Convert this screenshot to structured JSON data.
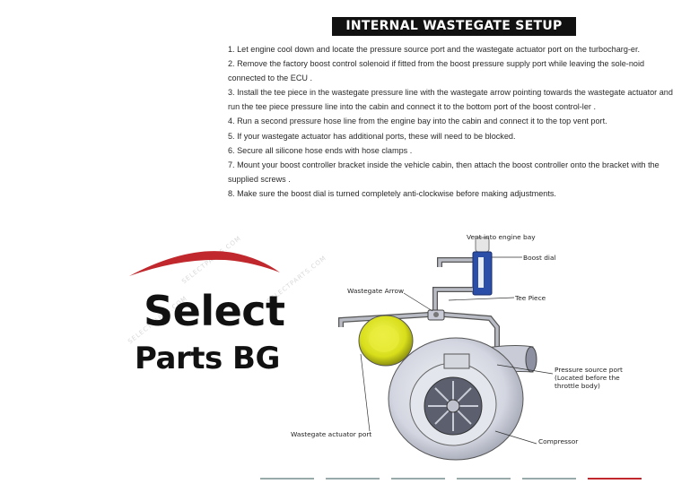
{
  "title": "INTERNAL WASTEGATE SETUP",
  "steps": [
    "1. Let engine cool down  and locate the pressure source port and the wastegate actuator port on the turbocharg-er.",
    "2. Remove the factory boost control solenoid if fitted from the boost pressure supply port while leaving the sole-noid connected to the ECU .",
    "3. Install the tee piece in the wastegate pressure line with the wastegate arrow pointing towards the wastegate actuator and run the tee piece pressure line into the cabin and connect it to the bottom port of the boost control-ler .",
    "4. Run a second pressure hose line from the engine bay into the cabin and connect it to the top vent port.",
    "5. If your wastegate actuator has additional ports, these will need to be blocked.",
    "6. Secure all silicone hose ends with hose clamps .",
    "7. Mount your boost controller bracket inside the vehicle cabin, then attach the boost controller onto the bracket with the supplied screws .",
    "8. Make sure the boost dial is turned completely anti-clockwise before making adjustments."
  ],
  "logo": {
    "line1": "Select",
    "line2": "Parts BG",
    "watermark": "SELECTPARTS.COM",
    "swoosh_color": "#c0282d"
  },
  "diagram_labels": {
    "vent": "Vent into engine bay",
    "boost_dial": "Boost dial",
    "wastegate_arrow": "Wastegate Arrow",
    "tee_piece": "Tee Piece",
    "pressure_source_1": "Pressure source port",
    "pressure_source_2": "(Located before the",
    "pressure_source_3": "throttle body)",
    "actuator": "Wastegate actuator port",
    "compressor": "Compressor"
  },
  "colors": {
    "title_bg": "#111111",
    "actuator_yellow": "#d8de1a",
    "controller_blue": "#1f3f9e",
    "turbo_grey": "#c9ccd6"
  }
}
